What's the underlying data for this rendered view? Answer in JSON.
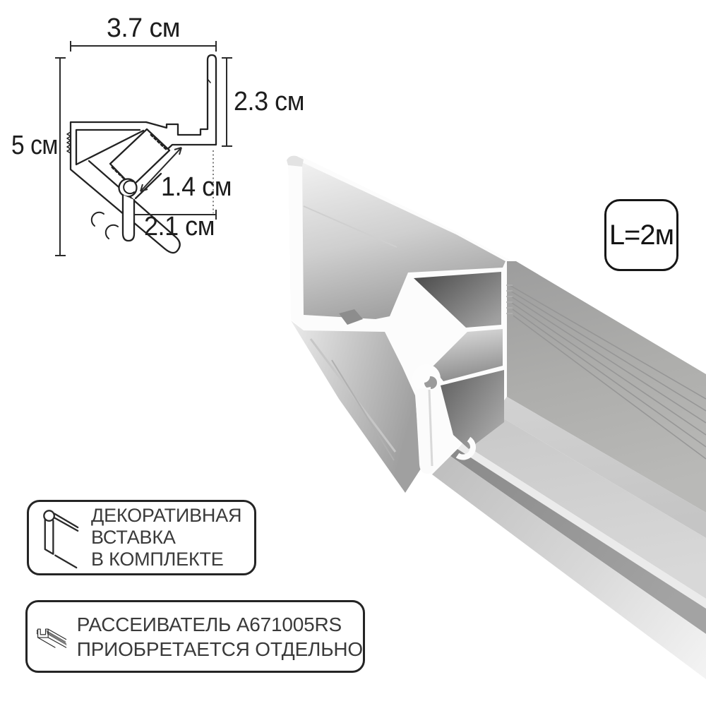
{
  "product_diagram": {
    "dim_width": "3.7 см",
    "dim_height": "5 см",
    "dim_flange": "2.3 см",
    "dim_channel": "1.4 см",
    "dim_base": "2.1 см"
  },
  "length_badge": {
    "label": "L=2м"
  },
  "info_boxes": [
    {
      "icon": "insert-profile-icon",
      "lines": [
        "ДЕКОРАТИВНАЯ",
        "ВСТАВКА",
        "В КОМПЛЕКТЕ"
      ]
    },
    {
      "icon": "diffuser-profile-icon",
      "lines": [
        "РАССЕИВАТЕЛЬ A671005RS",
        "ПРИОБРЕТАЕТСЯ ОТДЕЛЬНО"
      ]
    }
  ],
  "colors": {
    "background": "#ffffff",
    "line": "#222222",
    "dimension_text": "#1d1d1d",
    "box_border": "#242424",
    "box_text": "#3a3a3a",
    "profile_light": "#f0f0f0",
    "profile_mid": "#b5b5b5",
    "profile_dark": "#8e8e8e",
    "channel_dark": "#4e4e4e"
  }
}
